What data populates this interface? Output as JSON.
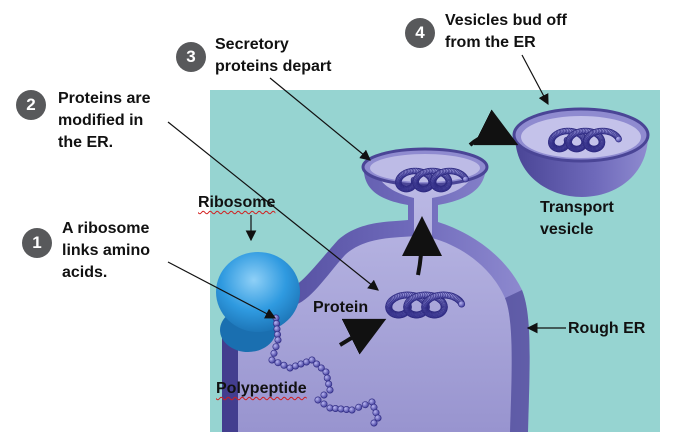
{
  "steps": [
    {
      "number": "1",
      "text": "A ribosome\nlinks amino\nacids."
    },
    {
      "number": "2",
      "text": "Proteins are\nmodified in\nthe ER."
    },
    {
      "number": "3",
      "text": "Secretory\nproteins depart"
    },
    {
      "number": "4",
      "text": "Vesicles bud off\nfrom the ER"
    }
  ],
  "labels": {
    "ribosome": "Ribosome",
    "protein": "Protein",
    "polypeptide": "Polypeptide",
    "transport_vesicle": "Transport\nvesicle",
    "rough_er": "Rough ER"
  },
  "colors": {
    "background_panel": "#96d4d1",
    "er_membrane": "#5d57a9",
    "er_lumen": "#a9a6d6",
    "ribosome": "#2d96d8",
    "badge": "#58595b",
    "bead": "#5a56b8"
  }
}
